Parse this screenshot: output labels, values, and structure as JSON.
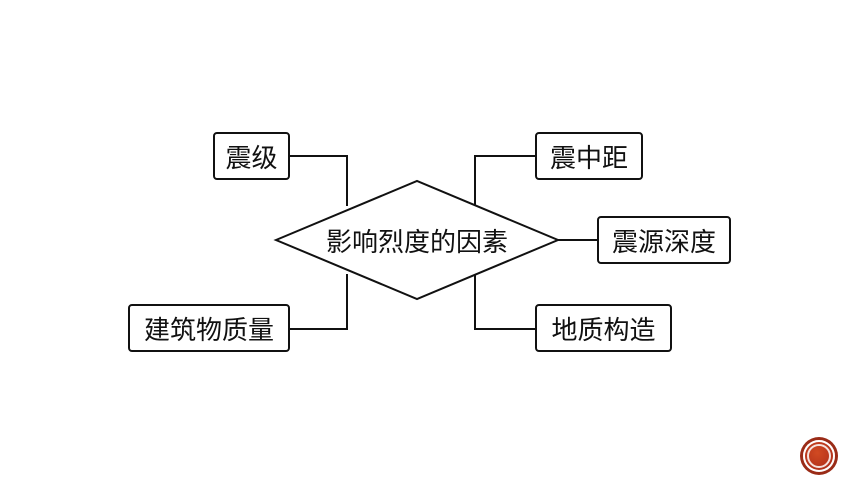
{
  "diagram": {
    "center": "影响烈度的因素",
    "factors": {
      "magnitude": "震级",
      "building_quality": "建筑物质量",
      "epicentral_distance": "震中距",
      "focal_depth": "震源深度",
      "geologic_structure": "地质构造"
    }
  },
  "colors": {
    "stroke": "#111111",
    "background": "#ffffff",
    "nav_button": "#b5331b"
  },
  "icons": {
    "nav_button": "circle-icon"
  }
}
